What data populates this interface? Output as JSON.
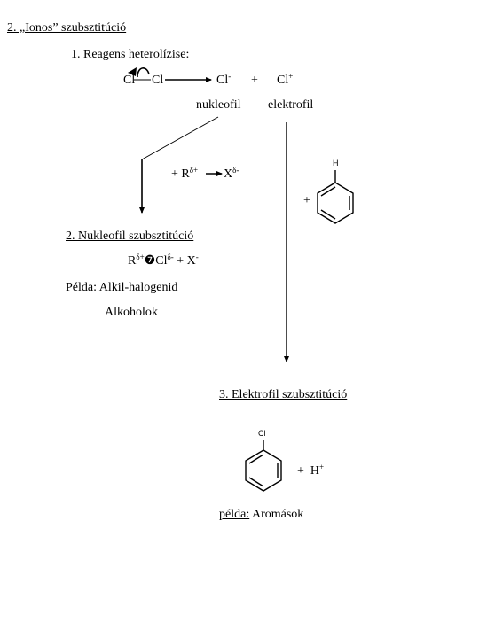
{
  "section1": {
    "title": "2. „Ionos” szubsztitúció"
  },
  "step1": {
    "label": "1. Reagens heterolízise:"
  },
  "reaction1": {
    "reactant_left": "Cl",
    "reactant_right": "Cl",
    "product1": "Cl",
    "product1_charge": "-",
    "plus": "+",
    "product2": "Cl",
    "product2_charge": "+",
    "nucleophile_label": "nukleofil",
    "electrophile_label": "elektrofil"
  },
  "reaction2": {
    "plus": "+",
    "r": "R",
    "r_charge": "δ+",
    "x": "X",
    "x_charge": "δ-"
  },
  "benzene_plus": "+",
  "benzene_top": {
    "substituent": "H"
  },
  "section2": {
    "title": "2. Nukleofil szubsztitúció",
    "r": "R",
    "r_charge": "δ+",
    "bond_symbol": "❼",
    "cl": "Cl",
    "cl_charge": "δ-",
    "plus": "+",
    "x": "X",
    "x_charge": "-",
    "example_label": "Példa:",
    "example_1": "Alkil-halogenid",
    "example_2": "Alkoholok"
  },
  "section3": {
    "title": "3. Elektrofil szubsztitúció",
    "substituent": "Cl",
    "plus": "+",
    "h": "H",
    "h_charge": "+",
    "example_label": "példa:",
    "example": "Aromások"
  }
}
